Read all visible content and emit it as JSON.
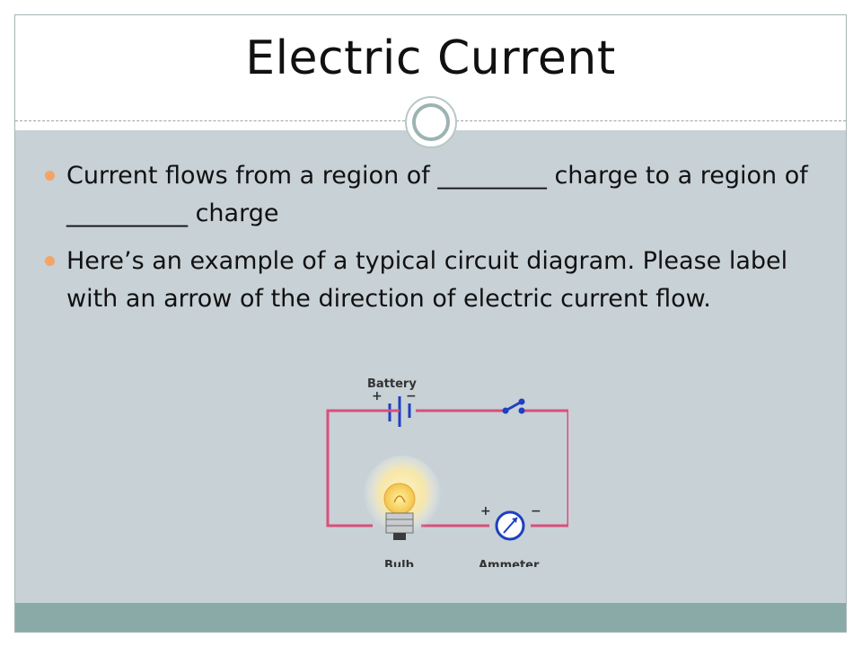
{
  "slide": {
    "title": "Electric Current",
    "bullets": [
      "Current flows from a region of _________ charge to a region of __________ charge",
      "Here’s an example of a typical circuit diagram. Please label with an arrow of the direction of electric current flow."
    ]
  },
  "diagram": {
    "battery_label": "Battery",
    "battery_plus": "+",
    "battery_minus": "−",
    "bulb_label": "Bulb",
    "ammeter_label": "Ammeter",
    "ammeter_plus": "+",
    "ammeter_minus": "−",
    "wire_color": "#d9507a",
    "component_color": "#1f3fbf"
  },
  "colors": {
    "content_background": "#c7d1d6",
    "footer_bar": "#8aaaa8",
    "bullet_dot": "#f4a466"
  }
}
